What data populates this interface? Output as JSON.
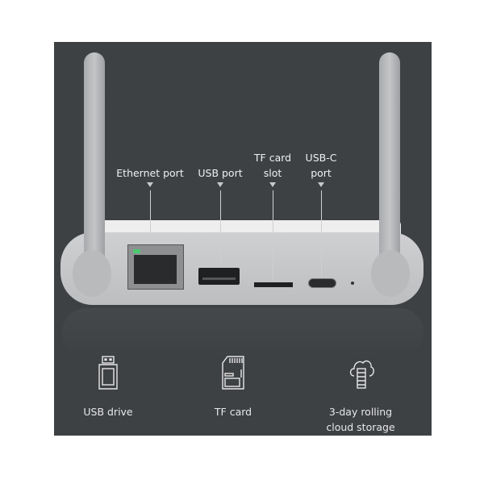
{
  "ports": [
    {
      "label": "Ethernet port"
    },
    {
      "label": "USB port"
    },
    {
      "label": "TF card\nslot",
      "line1": "TF card",
      "line2": "slot"
    },
    {
      "label": "USB-C\nport",
      "line1": "USB-C",
      "line2": "port"
    }
  ],
  "storage_options": [
    {
      "icon": "usb-drive-icon",
      "label": "USB drive"
    },
    {
      "icon": "tf-card-icon",
      "label": "TF card"
    },
    {
      "icon": "cloud-storage-icon",
      "line1": "3-day rolling",
      "line2": "cloud storage"
    }
  ],
  "colors": {
    "background": "#3e4144",
    "device": "#c9cacc",
    "led": "#4cc870"
  }
}
